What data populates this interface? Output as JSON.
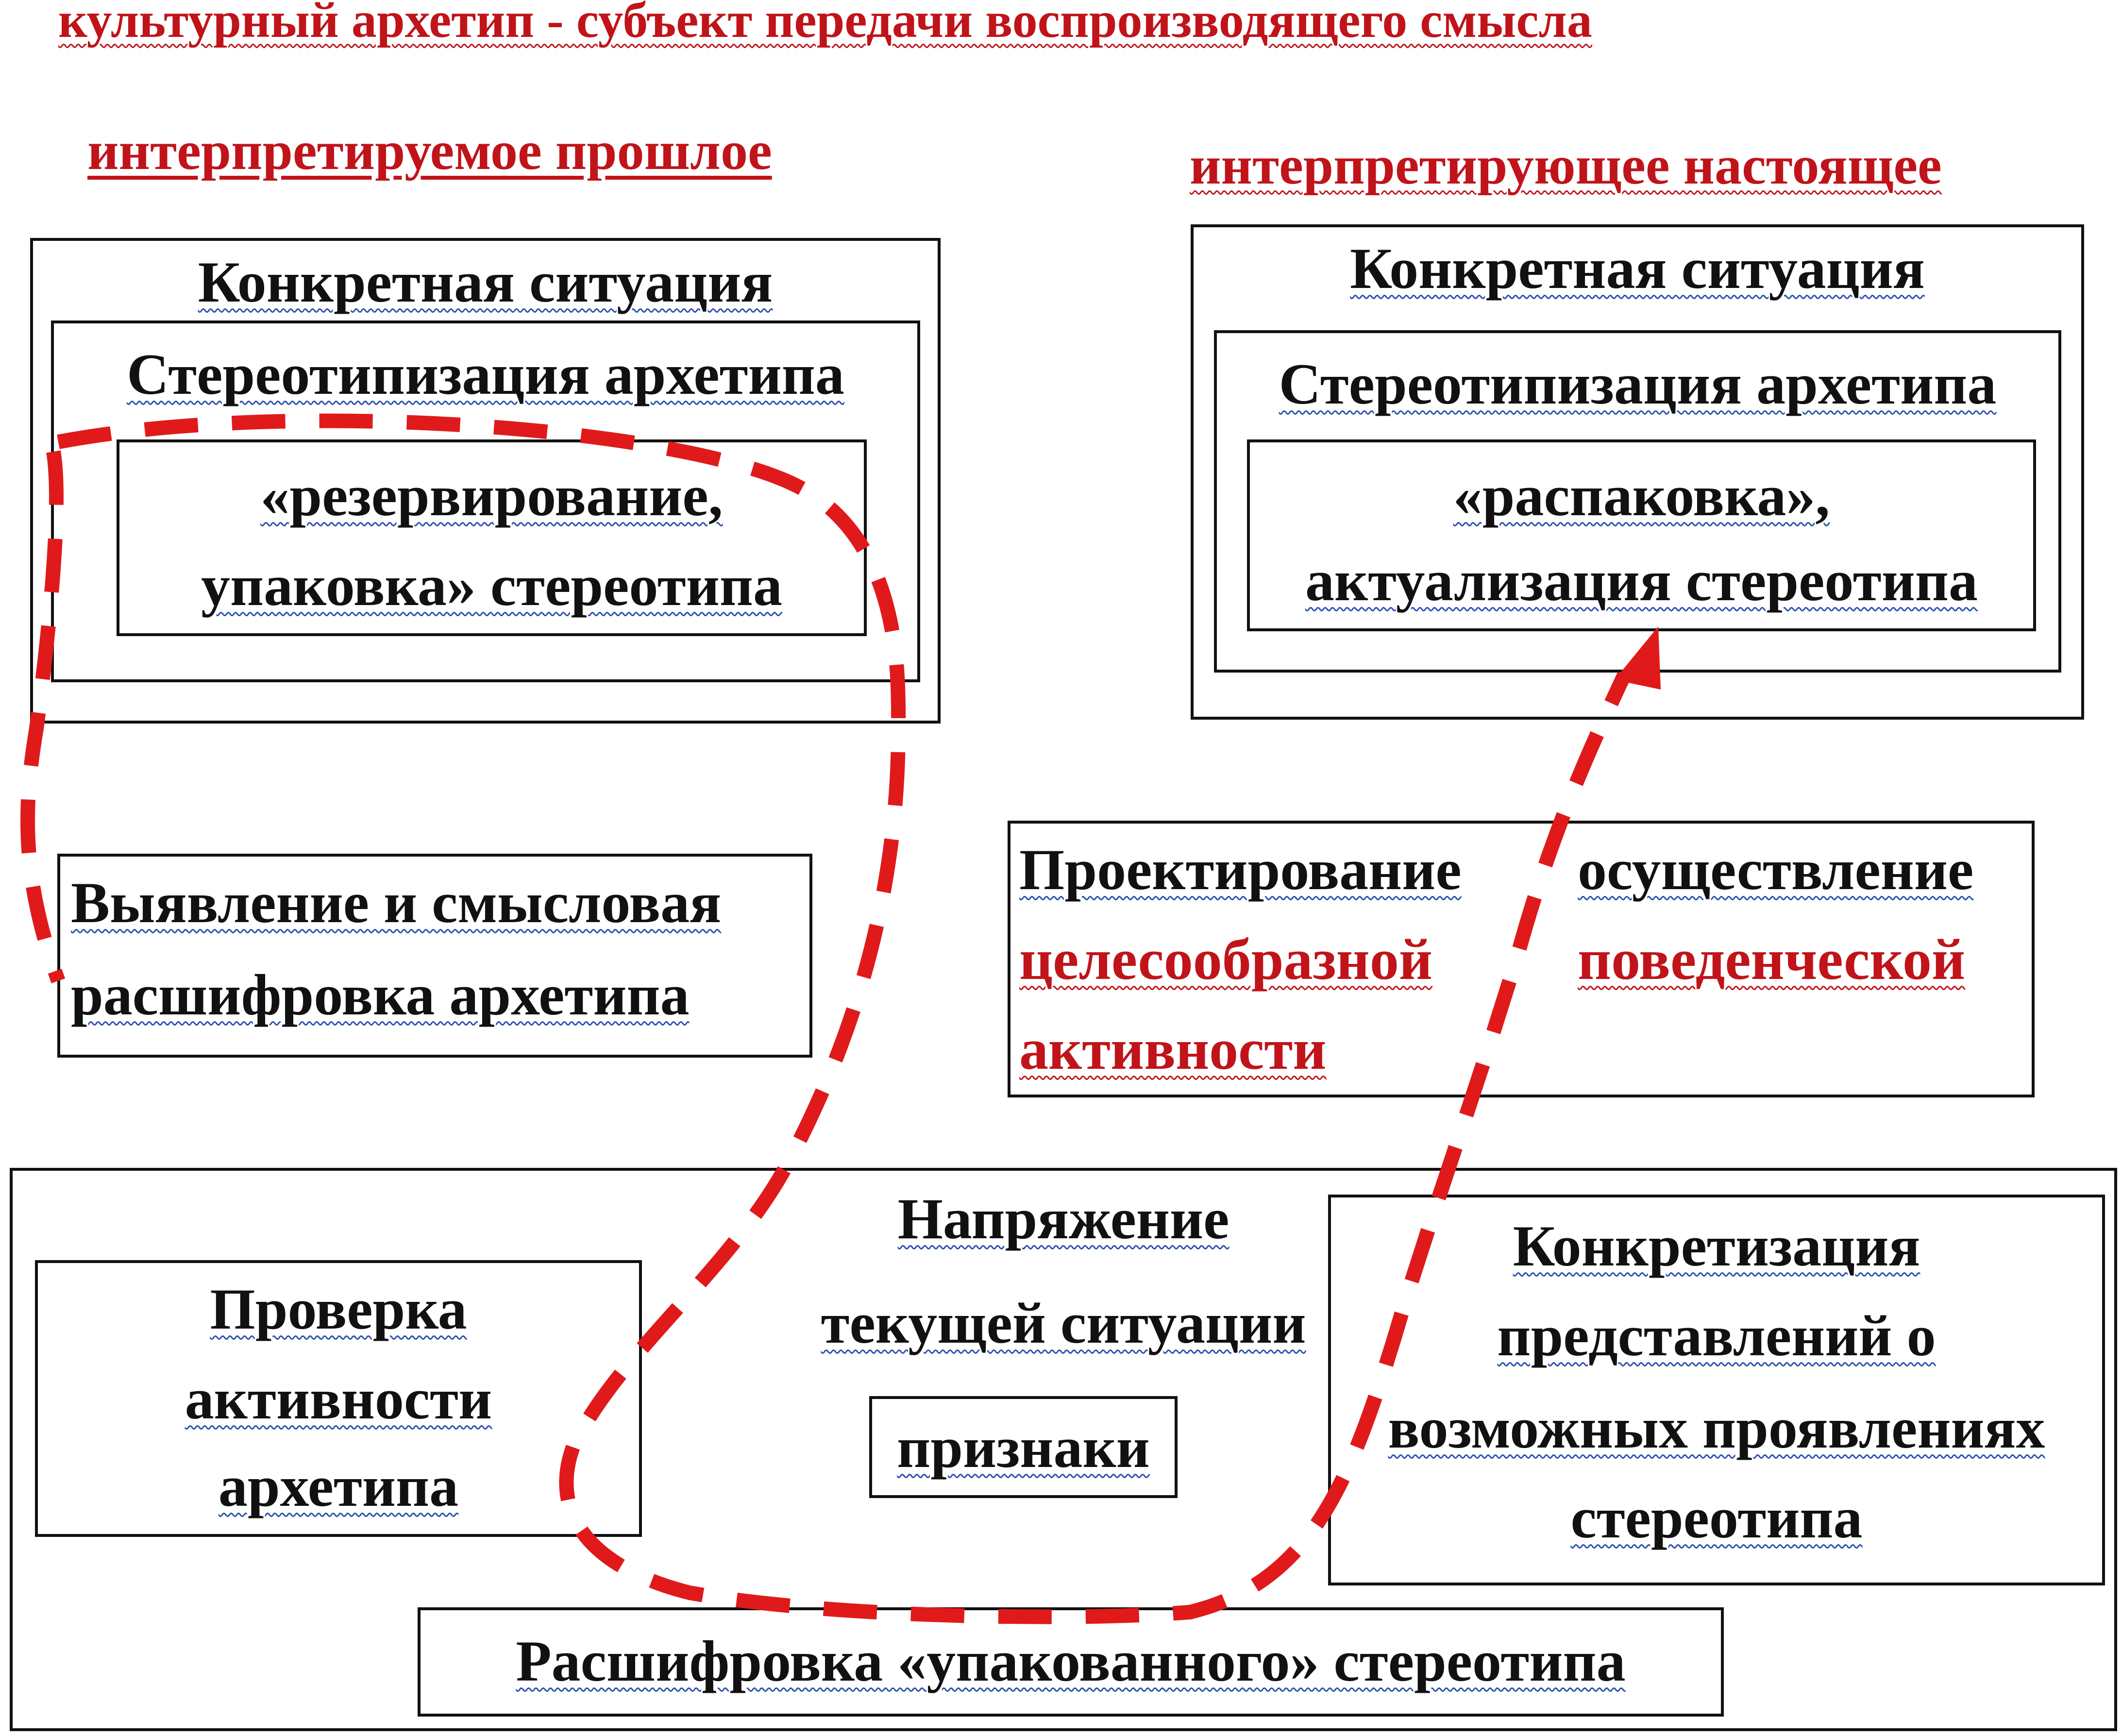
{
  "title": "культурный архетип - субъект передачи воспроизводящего смысла",
  "past": {
    "heading": "интерпретируемое прошлое",
    "situation": "Конкретная ситуация",
    "stereotyping": "Стереотипизация архетипа",
    "inner_line1": "«резервирование,",
    "inner_line2": "упаковка» стереотипа"
  },
  "present": {
    "heading": "интерпретирующее настоящее",
    "situation": "Конкретная ситуация",
    "stereotyping": "Стереотипизация архетипа",
    "inner_line1": "«распаковка»,",
    "inner_line2": "актуализация стереотипа"
  },
  "detection": {
    "line1": "Выявление и смысловая",
    "line2": "расшифровка архетипа"
  },
  "projection": {
    "col1_line1": "Проектирование",
    "col1_line2": "целесообразной",
    "col1_line3": "активности",
    "col2_line1": "осуществление",
    "col2_line2": "поведенческой"
  },
  "tension": {
    "line1": "Напряжение",
    "line2": "текущей ситуации",
    "signs": "признаки"
  },
  "check": {
    "line1": "Проверка",
    "line2": "активности",
    "line3": "архетипа"
  },
  "concretization": {
    "line1": "Конкретизация",
    "line2": "представлений о",
    "line3": "возможных проявлениях",
    "line4": "стереотипа"
  },
  "decoding": "Расшифровка «упакованного» стереотипа",
  "colors": {
    "accent_red": "#c0141a",
    "dash_red": "#e01a1a",
    "border": "#111111"
  }
}
